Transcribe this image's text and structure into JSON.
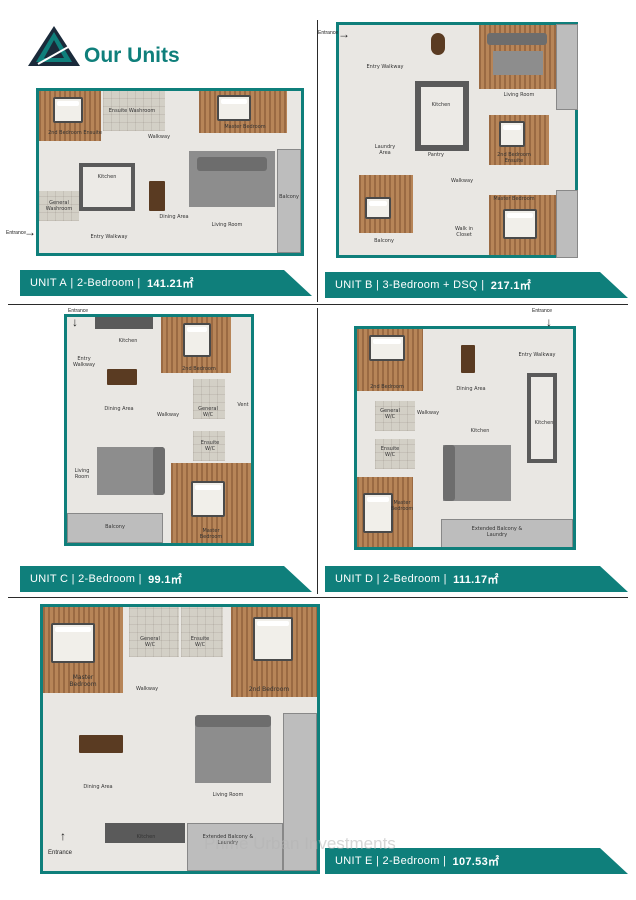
{
  "header": {
    "title": "Our Units"
  },
  "units": [
    {
      "unit": "UNIT A",
      "type": "2-Bedroom",
      "area": "141.21㎡",
      "rooms": [
        "2nd Bedroom Ensuite",
        "Ensuite Washroom",
        "Master Bedroom",
        "Walkway",
        "Kitchen",
        "General Washroom",
        "Dining Area",
        "Living Room",
        "Entry Walkway",
        "Balcony",
        "Entrance"
      ]
    },
    {
      "unit": "UNIT B",
      "type": "3-Bedroom + DSQ",
      "area": "217.1㎡",
      "rooms": [
        "Entrance",
        "Entry Walkway",
        "Living Room",
        "Kitchen",
        "Laundry Area",
        "Pantry",
        "2nd Bedroom Ensuite",
        "Walkway",
        "Master Bedroom",
        "Walk in Closet",
        "Balcony"
      ]
    },
    {
      "unit": "UNIT C",
      "type": "2-Bedroom",
      "area": "99.1㎡",
      "rooms": [
        "Entrance",
        "Entry Walkway",
        "Kitchen",
        "2nd Bedroom",
        "Dining Area",
        "Walkway",
        "General W/C",
        "Vent",
        "Ensuite W/C",
        "Living Room",
        "Master Bedroom",
        "Balcony"
      ]
    },
    {
      "unit": "UNIT D",
      "type": "2-Bedroom",
      "area": "111.17㎡",
      "rooms": [
        "Entrance",
        "Entry Walkway",
        "2nd Bedroom",
        "Dining Area",
        "General W/C",
        "Walkway",
        "Kitchen",
        "Ensuite W/C",
        "Master Bedroom",
        "Extended Balcony & Laundry"
      ]
    },
    {
      "unit": "UNIT E",
      "type": "2-Bedroom",
      "area": "107.53㎡",
      "rooms": [
        "General W/C",
        "Ensuite W/C",
        "Master Bedroom",
        "Walkway",
        "2nd Bedroom",
        "Dining Area",
        "Living Room",
        "Kitchen",
        "Extended Balcony & Laundry",
        "Entrance"
      ]
    }
  ],
  "watermark": "Prime Urban Investments",
  "colors": {
    "accent": "#0f7f7b",
    "banner_text": "#ffffff",
    "wall": "#0f7f7b",
    "floor": "#e9e7e3",
    "wood": "#b78558"
  }
}
